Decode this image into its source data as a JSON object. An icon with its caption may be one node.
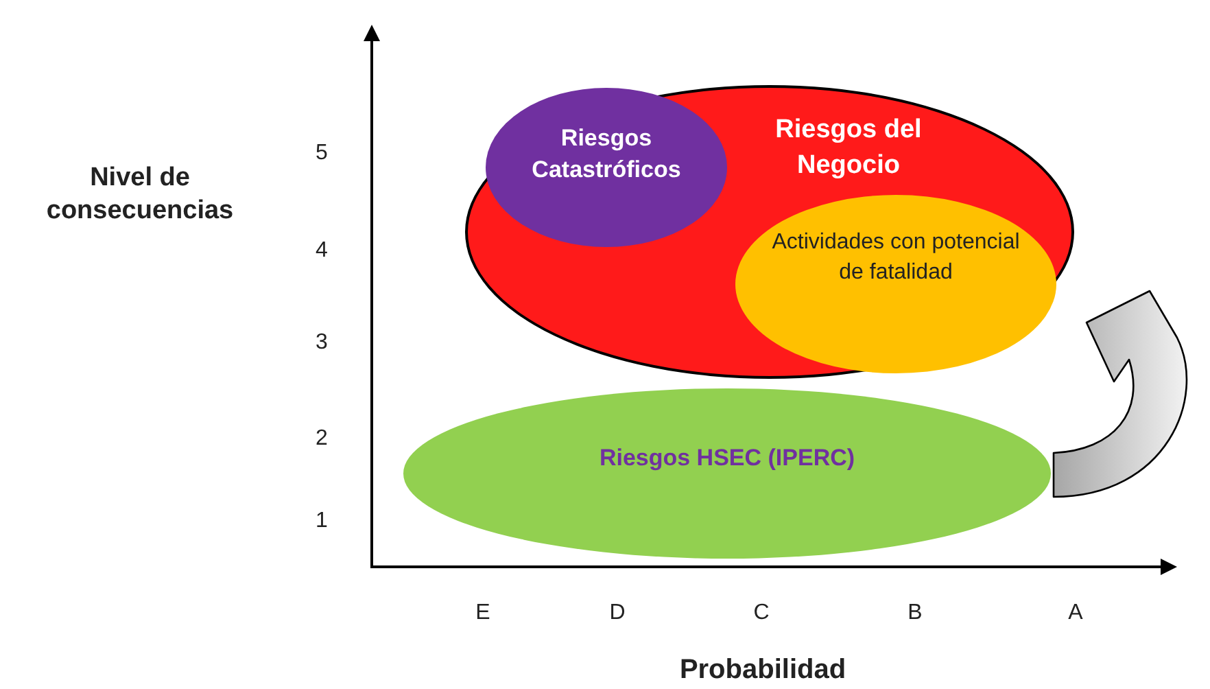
{
  "diagram": {
    "nodes": [
      {
        "text": [
          "Riesgos del Negocio"
        ]
      },
      {
        "text": [
          "Riesgos Catastróficos"
        ],
        "in": 0
      },
      {
        "text": [
          "Actividades con potencial de fatalidad"
        ],
        "in": 0
      },
      {
        "text": [
          "Riesgos HSEC (IPERC)"
        ]
      }
    ],
    "edges": [
      {
        "from": 3,
        "to": 0,
        "arrow": "to"
      }
    ],
    "labels": [
      "Nivel de consecuencias",
      "5",
      "4",
      "3",
      "2",
      "1",
      "E",
      "D",
      "C",
      "B",
      "A",
      "Probabilidad"
    ]
  }
}
